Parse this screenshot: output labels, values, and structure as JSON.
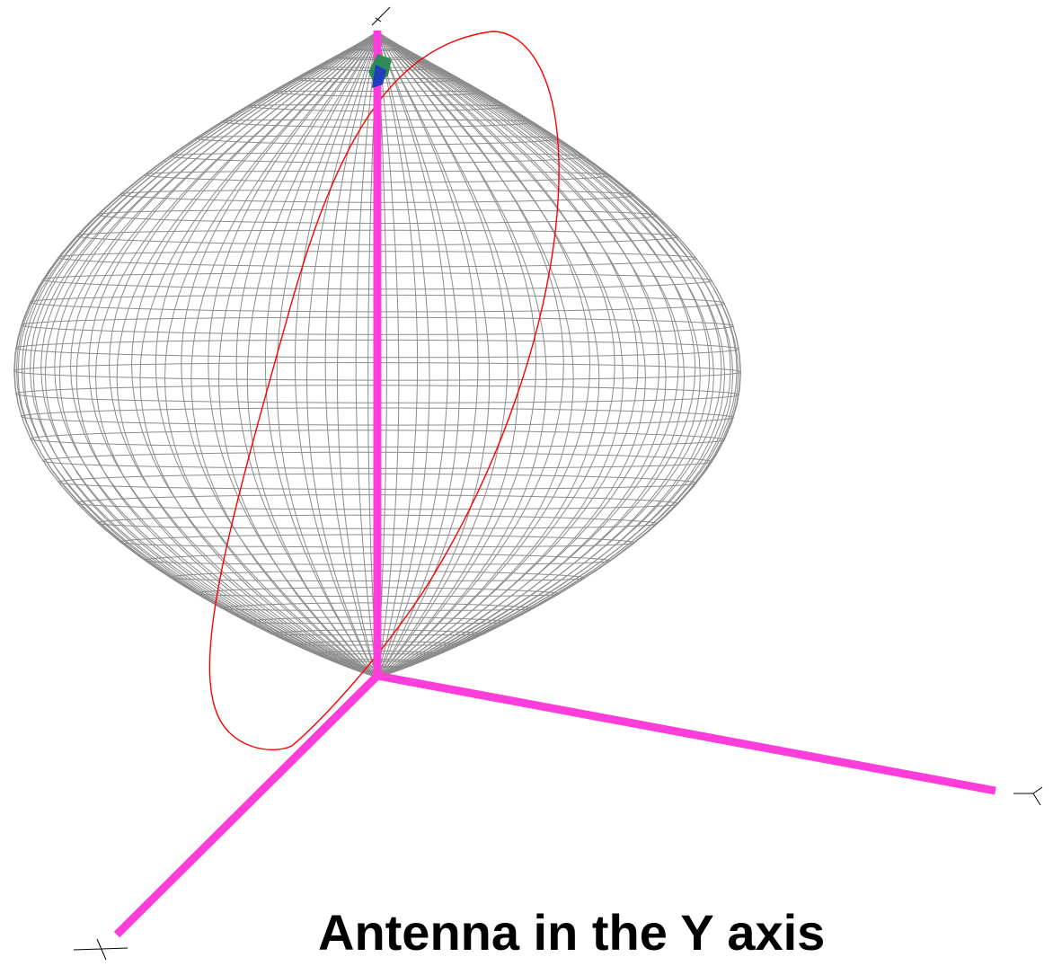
{
  "caption": "Antenna in the Y axis",
  "colors": {
    "background": "#ffffff",
    "mesh": "#8c8c8c",
    "axes": "#ff3ddb",
    "meridian_trace": "#ff0000",
    "text": "#000000"
  },
  "mesh": {
    "latitude_rings": 44,
    "longitude_lines": 72
  },
  "axes": [
    "x-axis",
    "y-axis",
    "z-axis"
  ]
}
